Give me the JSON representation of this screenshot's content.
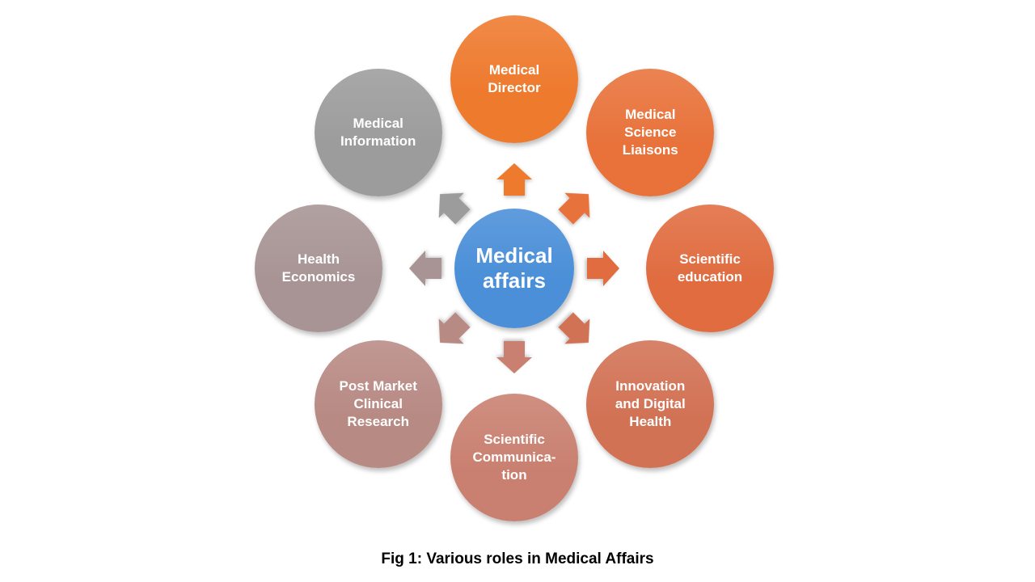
{
  "center": {
    "lines": [
      "Medical",
      "affairs"
    ],
    "color": "#4a8fd8"
  },
  "roles": [
    {
      "lines": [
        "Medical",
        "Director"
      ],
      "color": "#ee7a2e"
    },
    {
      "lines": [
        "Medical",
        "Science",
        "Liaisons"
      ],
      "color": "#e8723a"
    },
    {
      "lines": [
        "Scientific",
        "education"
      ],
      "color": "#e06c40"
    },
    {
      "lines": [
        "Innovation",
        "and Digital",
        "Health"
      ],
      "color": "#d27255"
    },
    {
      "lines": [
        "Scientific",
        "Communica-",
        "tion"
      ],
      "color": "#c98070"
    },
    {
      "lines": [
        "Post Market",
        "Clinical",
        "Research"
      ],
      "color": "#b88a84"
    },
    {
      "lines": [
        "Health",
        "Economics"
      ],
      "color": "#a89494"
    },
    {
      "lines": [
        "Medical",
        "Information"
      ],
      "color": "#9c9c9c"
    }
  ],
  "caption": "Fig 1: Various roles in Medical Affairs"
}
